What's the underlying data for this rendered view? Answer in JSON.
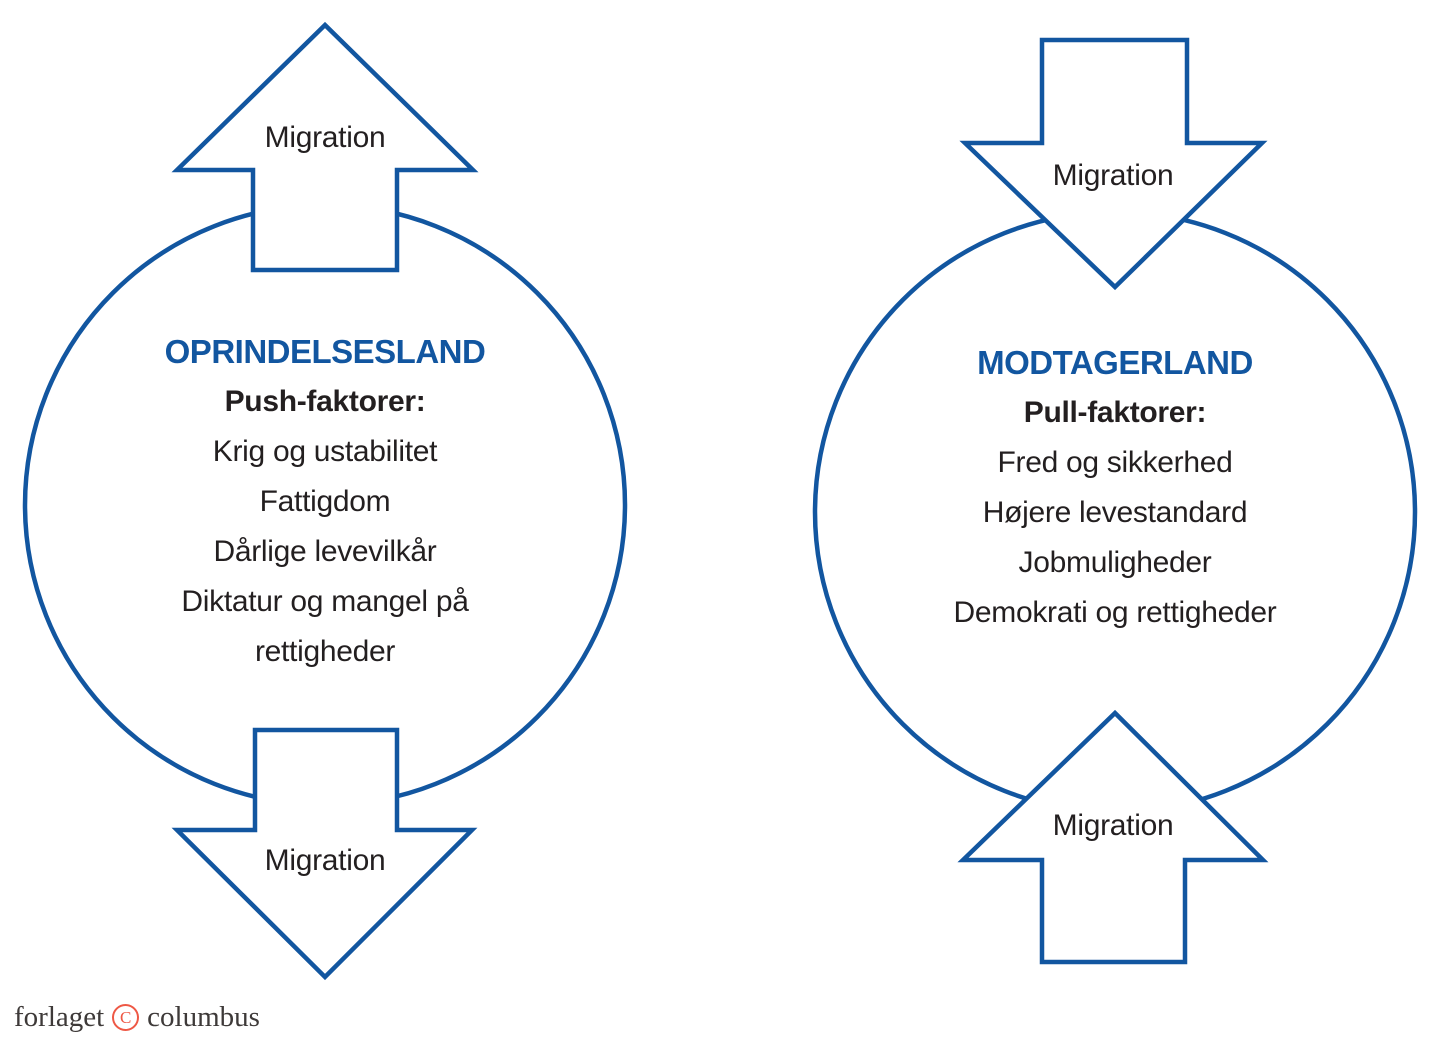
{
  "colors": {
    "blue": "#1256a0",
    "text": "#231f20",
    "logo_text": "#3e3a39",
    "logo_red": "#ee5845",
    "background": "#ffffff"
  },
  "origin": {
    "top_arrow_label": "Migration",
    "bottom_arrow_label": "Migration",
    "title": "OPRINDELSESLAND",
    "subtitle": "Push-faktorer:",
    "factors": [
      "Krig og ustabilitet",
      "Fattigdom",
      "Dårlige levevilkår",
      "Diktatur og mangel på rettigheder"
    ]
  },
  "destination": {
    "top_arrow_label": "Migration",
    "bottom_arrow_label": "Migration",
    "title": "MODTAGERLAND",
    "subtitle": "Pull-faktorer:",
    "factors": [
      "Fred og sikkerhed",
      "Højere levestandard",
      "Jobmuligheder",
      "Demokrati og rettigheder"
    ]
  },
  "logo": {
    "prefix": "forlaget",
    "mark_letter": "C",
    "suffix": "columbus"
  }
}
